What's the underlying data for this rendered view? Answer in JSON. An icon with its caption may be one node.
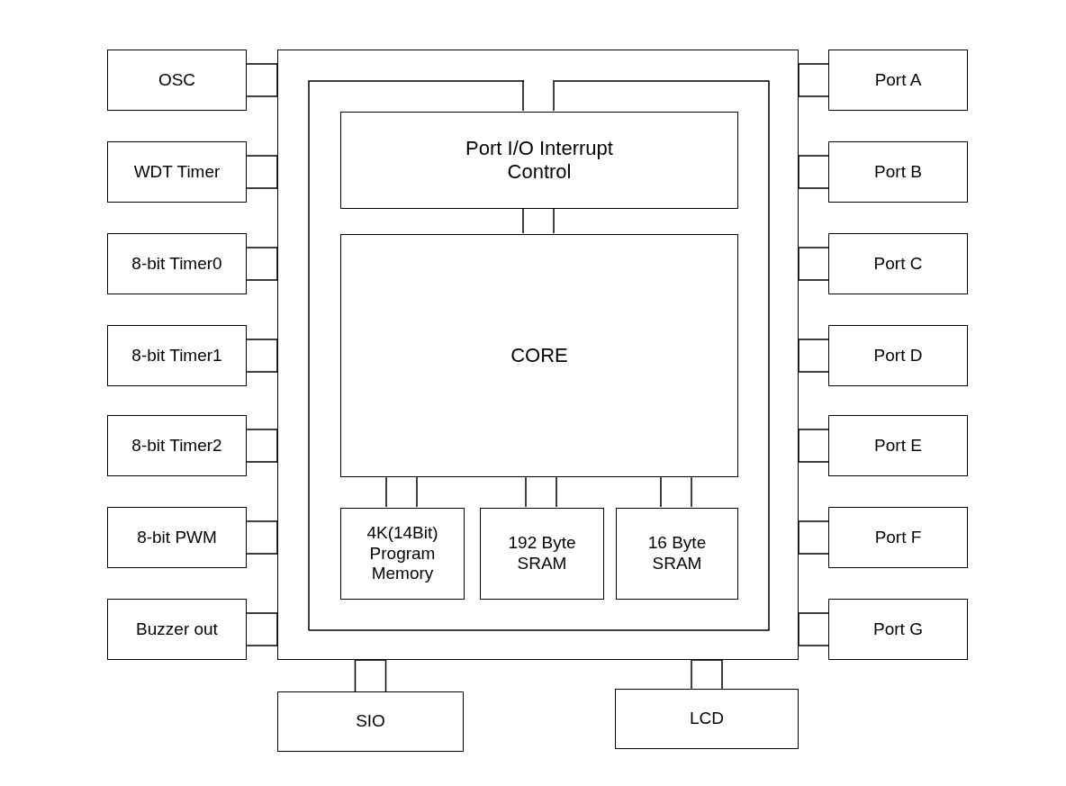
{
  "diagram": {
    "nodes": [
      {
        "text": [
          "OSC"
        ]
      },
      {
        "text": [
          "WDT Timer"
        ]
      },
      {
        "text": [
          "8-bit Timer0"
        ]
      },
      {
        "text": [
          "8-bit Timer1"
        ]
      },
      {
        "text": [
          "8-bit Timer2"
        ]
      },
      {
        "text": [
          "8-bit PWM"
        ]
      },
      {
        "text": [
          "Buzzer out"
        ]
      },
      {
        "text": [
          "Port A"
        ]
      },
      {
        "text": [
          "Port B"
        ]
      },
      {
        "text": [
          "Port C"
        ]
      },
      {
        "text": [
          "Port D"
        ]
      },
      {
        "text": [
          "Port E"
        ]
      },
      {
        "text": [
          "Port F"
        ]
      },
      {
        "text": [
          "Port G"
        ]
      },
      {
        "text": [
          "SIO"
        ]
      },
      {
        "text": [
          "LCD"
        ]
      },
      {
        "text": [],
        "shape": "box"
      },
      {
        "text": [],
        "shape": "box",
        "in": 16
      },
      {
        "text": [
          "Port I/O Interrupt Control"
        ],
        "in": 17
      },
      {
        "text": [
          "CORE"
        ],
        "in": 17
      },
      {
        "text": [
          "4K(14Bit) Program Memory"
        ],
        "in": 17
      },
      {
        "text": [
          "192 Byte SRAM"
        ],
        "in": 17
      },
      {
        "text": [
          "16 Byte SRAM"
        ],
        "in": 17
      }
    ],
    "edges": [
      {
        "from": 0,
        "to": 16,
        "arrow": "none"
      },
      {
        "from": 1,
        "to": 16,
        "arrow": "none"
      },
      {
        "from": 2,
        "to": 16,
        "arrow": "none"
      },
      {
        "from": 3,
        "to": 16,
        "arrow": "none"
      },
      {
        "from": 4,
        "to": 16,
        "arrow": "none"
      },
      {
        "from": 5,
        "to": 16,
        "arrow": "none"
      },
      {
        "from": 6,
        "to": 16,
        "arrow": "none"
      },
      {
        "from": 7,
        "to": 16,
        "arrow": "none"
      },
      {
        "from": 8,
        "to": 16,
        "arrow": "none"
      },
      {
        "from": 9,
        "to": 16,
        "arrow": "none"
      },
      {
        "from": 10,
        "to": 16,
        "arrow": "none"
      },
      {
        "from": 11,
        "to": 16,
        "arrow": "none"
      },
      {
        "from": 12,
        "to": 16,
        "arrow": "none"
      },
      {
        "from": 13,
        "to": 16,
        "arrow": "none"
      },
      {
        "from": 14,
        "to": 16,
        "arrow": "none"
      },
      {
        "from": 15,
        "to": 16,
        "arrow": "none"
      },
      {
        "from": 18,
        "to": 17,
        "arrow": "none"
      },
      {
        "from": 19,
        "to": 18,
        "arrow": "none"
      },
      {
        "from": 19,
        "to": 20,
        "arrow": "none"
      },
      {
        "from": 19,
        "to": 21,
        "arrow": "none"
      },
      {
        "from": 19,
        "to": 22,
        "arrow": "none"
      }
    ]
  }
}
